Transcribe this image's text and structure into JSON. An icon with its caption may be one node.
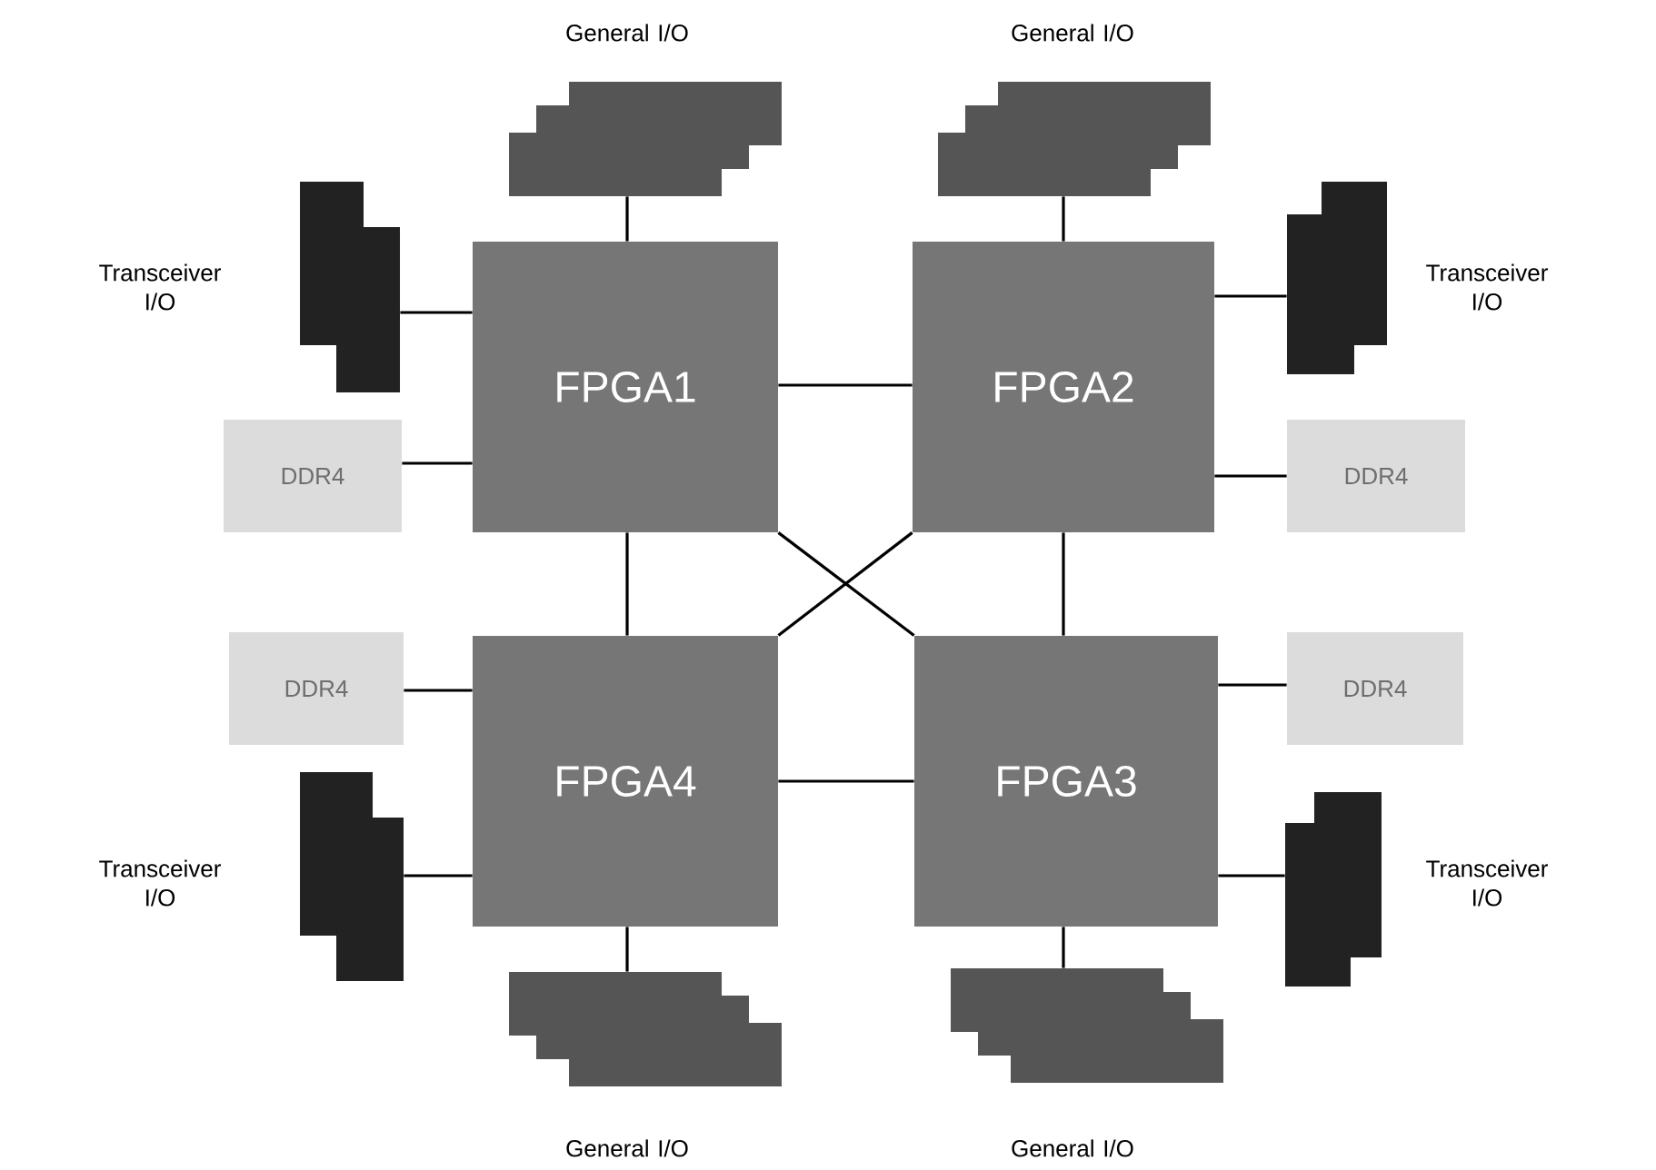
{
  "diagram": {
    "nodes": [
      {
        "text": [
          "General I/O"
        ]
      },
      {
        "text": [
          "General I/O"
        ]
      },
      {
        "text": [
          "Transceiver I/O"
        ]
      },
      {
        "text": [
          "FPGA1"
        ]
      },
      {
        "text": [
          "FPGA2"
        ]
      },
      {
        "text": [
          "Transceiver I/O"
        ]
      },
      {
        "text": [
          "DDR4"
        ]
      },
      {
        "text": [
          "DDR4"
        ]
      },
      {
        "text": [
          "DDR4"
        ]
      },
      {
        "text": [
          "FPGA4"
        ]
      },
      {
        "text": [
          "FPGA3"
        ]
      },
      {
        "text": [
          "DDR4"
        ]
      },
      {
        "text": [
          "Transceiver I/O"
        ]
      },
      {
        "text": [
          "Transceiver I/O"
        ]
      },
      {
        "text": [
          "General I/O"
        ]
      },
      {
        "text": [
          "General I/O"
        ]
      }
    ],
    "edges": [
      {
        "from": 3,
        "to": 4,
        "arrow": "none"
      },
      {
        "from": 3,
        "to": 9,
        "arrow": "none"
      },
      {
        "from": 4,
        "to": 10,
        "arrow": "none"
      },
      {
        "from": 9,
        "to": 10,
        "arrow": "none"
      },
      {
        "from": 3,
        "to": 10,
        "arrow": "none"
      },
      {
        "from": 4,
        "to": 9,
        "arrow": "none"
      },
      {
        "from": 3,
        "to": 0,
        "arrow": "none"
      },
      {
        "from": 4,
        "to": 1,
        "arrow": "none"
      },
      {
        "from": 3,
        "to": 2,
        "arrow": "none"
      },
      {
        "from": 4,
        "to": 5,
        "arrow": "none"
      },
      {
        "from": 3,
        "to": 6,
        "arrow": "none"
      },
      {
        "from": 4,
        "to": 7,
        "arrow": "none"
      },
      {
        "from": 9,
        "to": 8,
        "arrow": "none"
      },
      {
        "from": 10,
        "to": 11,
        "arrow": "none"
      },
      {
        "from": 9,
        "to": 12,
        "arrow": "none"
      },
      {
        "from": 10,
        "to": 13,
        "arrow": "none"
      },
      {
        "from": 9,
        "to": 14,
        "arrow": "none"
      },
      {
        "from": 10,
        "to": 15,
        "arrow": "none"
      }
    ]
  }
}
